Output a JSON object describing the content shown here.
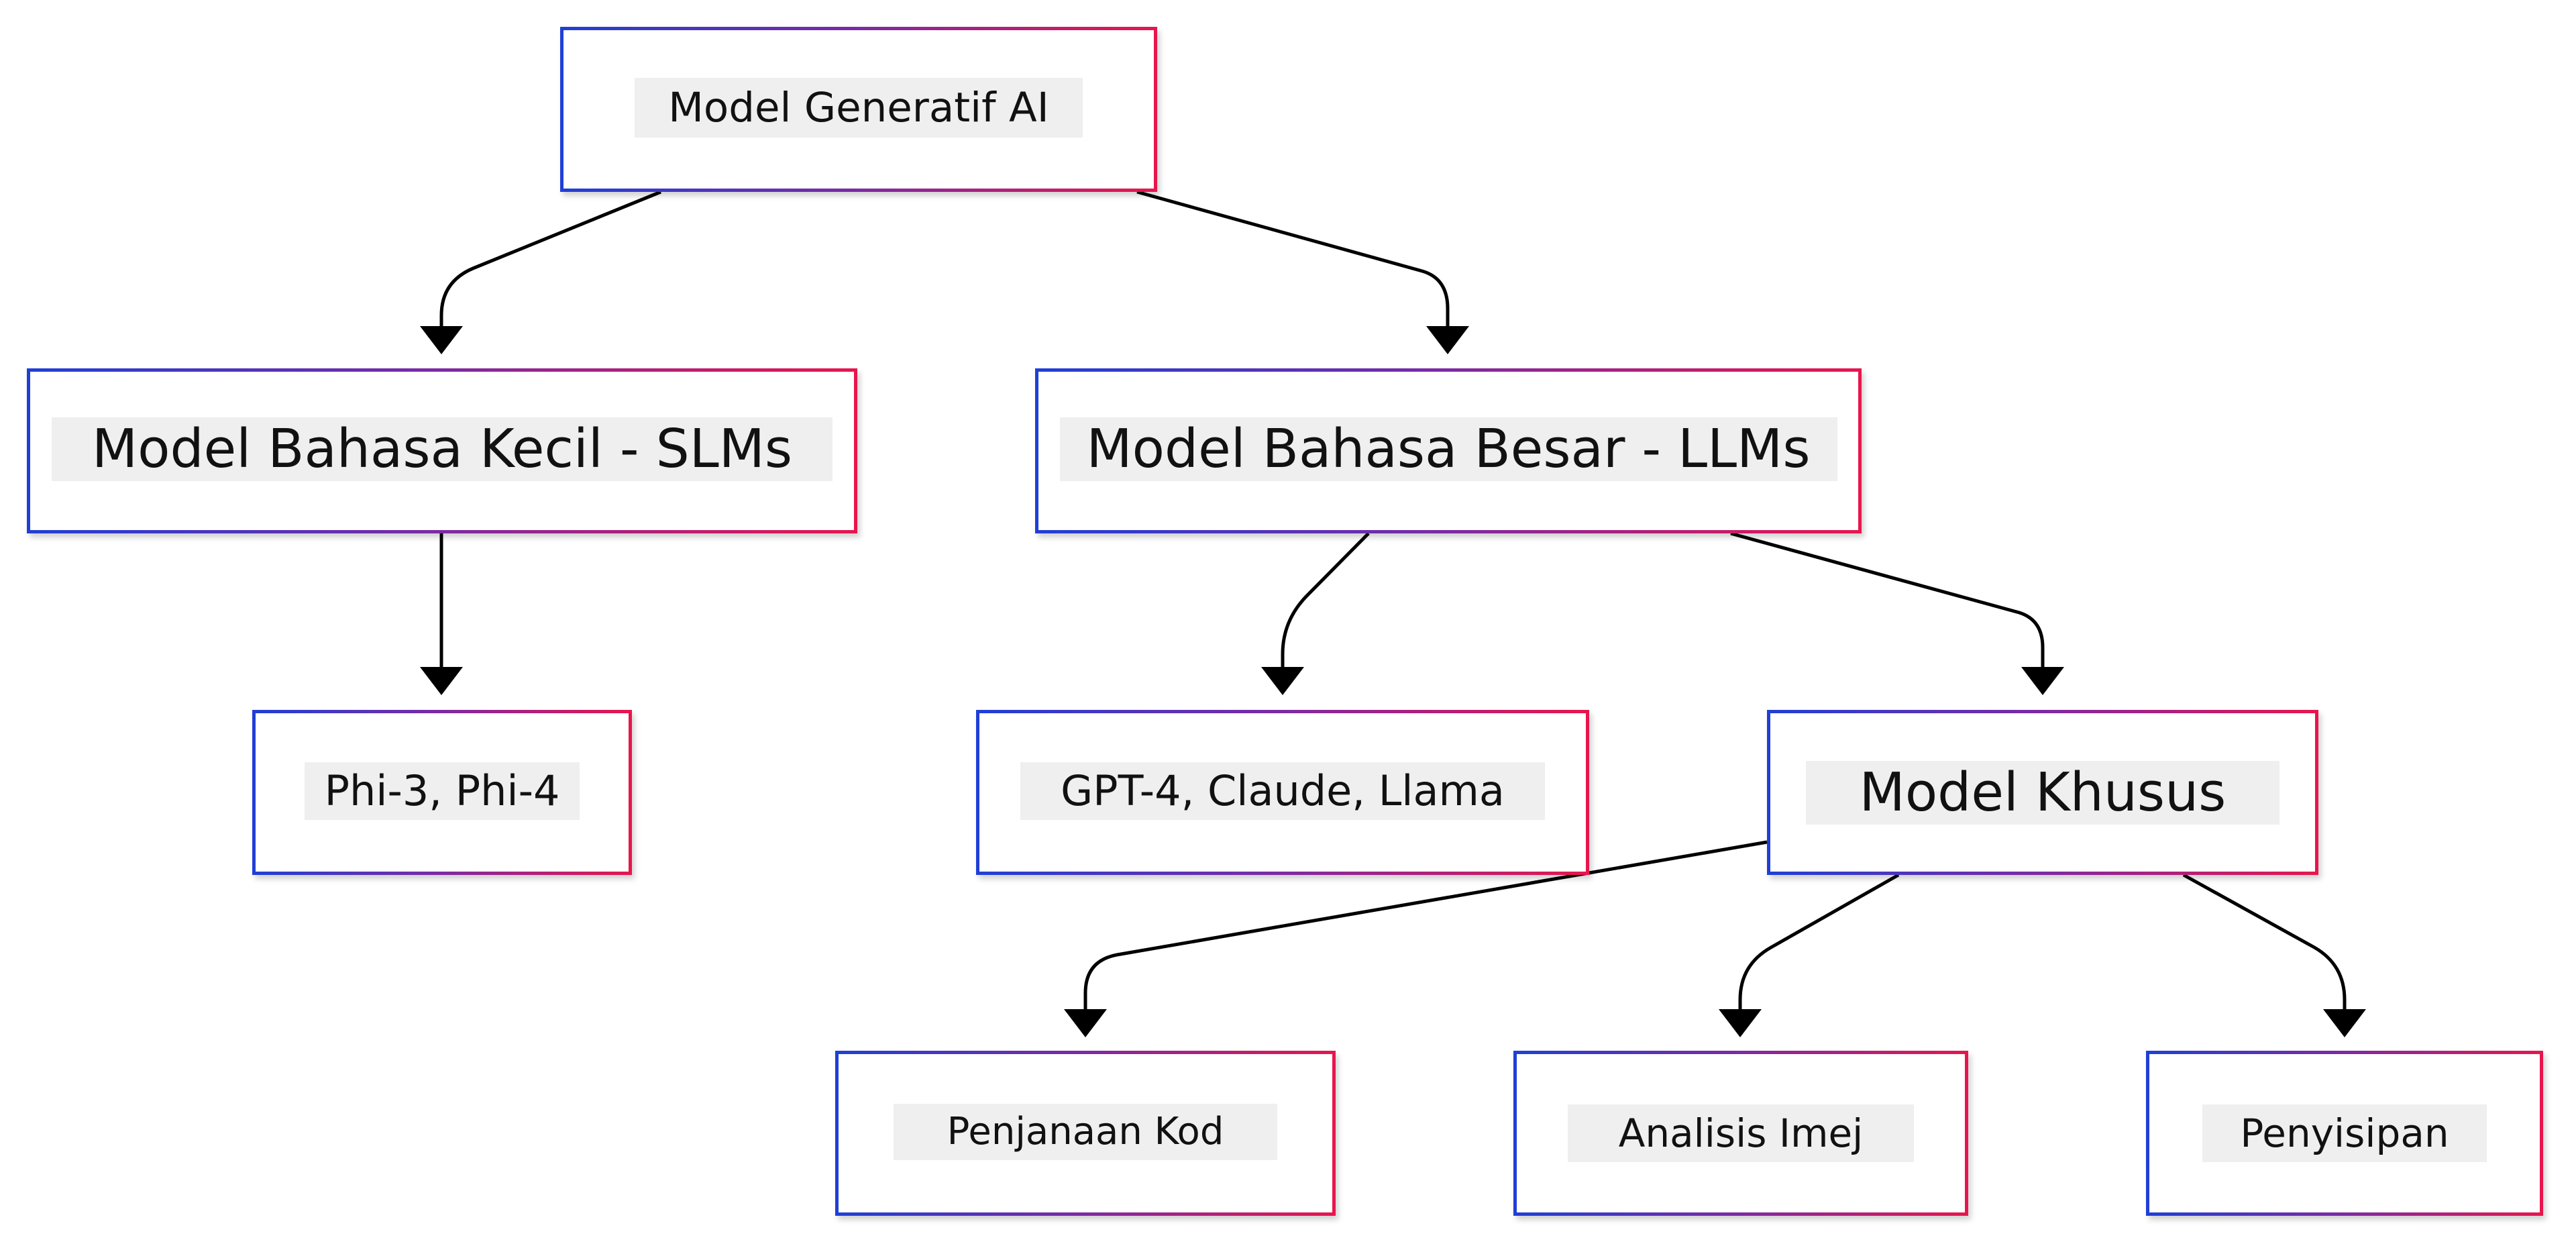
{
  "diagram": {
    "type": "flowchart-tree",
    "nodes": {
      "root": {
        "label": "Model Generatif AI"
      },
      "slm": {
        "label": "Model Bahasa Kecil - SLMs"
      },
      "llm": {
        "label": "Model Bahasa Besar - LLMs"
      },
      "phi": {
        "label": "Phi-3, Phi-4"
      },
      "gpt": {
        "label": "GPT-4, Claude, Llama"
      },
      "khusus": {
        "label": "Model Khusus"
      },
      "kod": {
        "label": "Penjanaan Kod"
      },
      "imej": {
        "label": "Analisis Imej"
      },
      "sisip": {
        "label": "Penyisipan"
      }
    },
    "edges": [
      {
        "from": "root",
        "to": "slm"
      },
      {
        "from": "root",
        "to": "llm"
      },
      {
        "from": "slm",
        "to": "phi"
      },
      {
        "from": "llm",
        "to": "gpt"
      },
      {
        "from": "llm",
        "to": "khusus"
      },
      {
        "from": "khusus",
        "to": "kod"
      },
      {
        "from": "khusus",
        "to": "imej"
      },
      {
        "from": "khusus",
        "to": "sisip"
      }
    ],
    "colors": {
      "border_gradient_start": "#1f3fd6",
      "border_gradient_end": "#e8154d",
      "label_background": "#efefef",
      "edge": "#000000"
    }
  }
}
